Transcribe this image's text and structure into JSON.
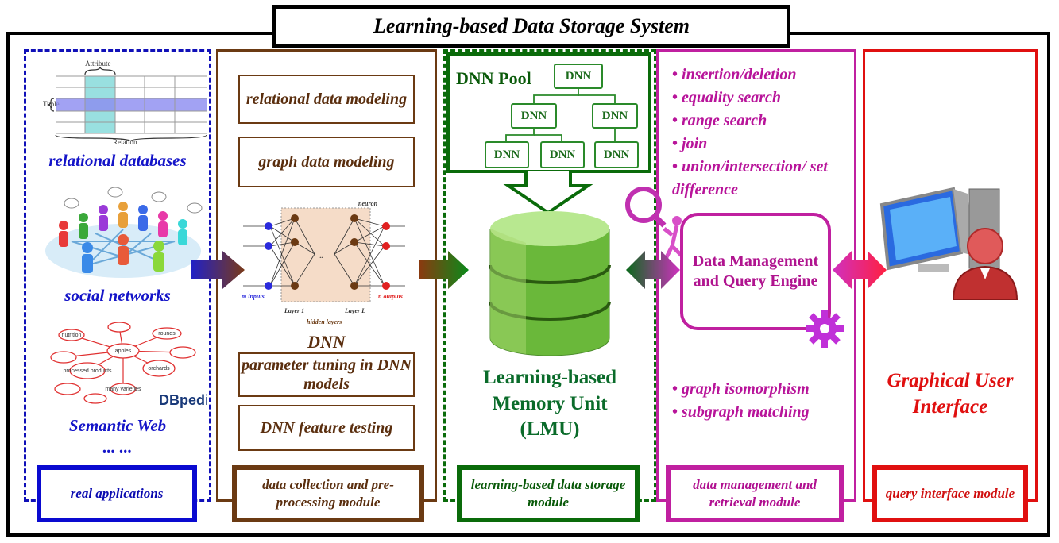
{
  "title": "Learning-based Data Storage System",
  "columns": {
    "real_apps": {
      "rel_db_label": "relational databases",
      "social_label": "social networks",
      "semantic_label": "Semantic Web",
      "ellipsis": "... ...",
      "table_labels": {
        "attribute": "Attribute",
        "tuple": "Tuple",
        "relation": "Relation"
      },
      "cloud_words": [
        "apples",
        "rounds",
        "orchards",
        "nutrition",
        "processed products",
        "many varieties",
        "DBpedia"
      ],
      "module": "real applications"
    },
    "collection": {
      "box1": "relational data modeling",
      "box2": "graph data modeling",
      "nn_labels": {
        "neuron": "neuron",
        "inputs": "m inputs",
        "outputs": "n outputs",
        "layer1": "Layer 1",
        "layerL": "Layer L",
        "hidden": "hidden layers",
        "dots": "..."
      },
      "dnn_label": "DNN",
      "box3": "parameter tuning in DNN models",
      "box4": "DNN feature testing",
      "module": "data collection and pre-processing module"
    },
    "storage": {
      "pool_label": "DNN Pool",
      "node_label": "DNN",
      "lmu_label": "Learning-based Memory Unit (LMU)",
      "module": "learning-based data storage module"
    },
    "management": {
      "ops": [
        "insertion/deletion",
        "equality search",
        "range search",
        "join",
        "union/intersection/ set difference"
      ],
      "engine": "Data Management and Query Engine",
      "graph_ops": [
        "graph isomorphism",
        "subgraph matching"
      ],
      "module": "data management and retrieval module"
    },
    "interface": {
      "gui_label": "Graphical User Interface",
      "module": "query interface module"
    }
  },
  "colors": {
    "blue": "#1414c8",
    "brown": "#6b3a13",
    "green": "#0a6b0a",
    "magenta": "#c020a0",
    "red": "#e01010"
  }
}
